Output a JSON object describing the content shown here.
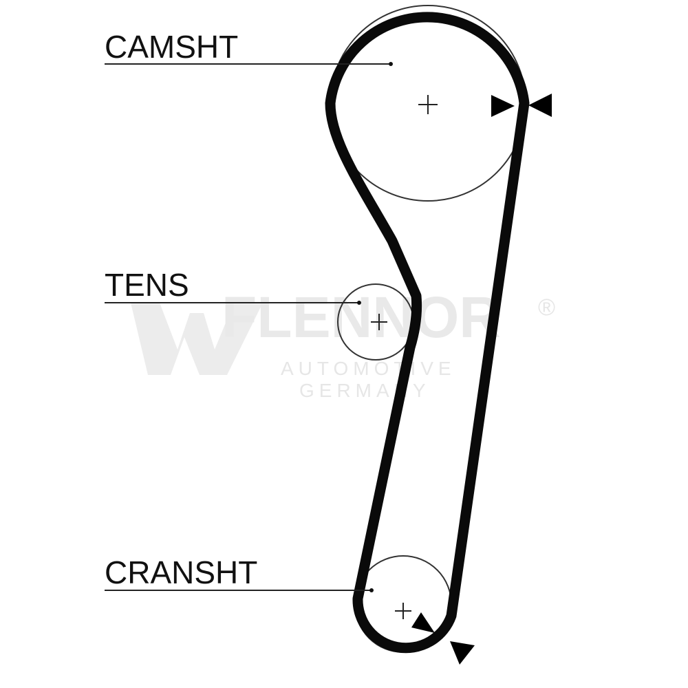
{
  "labels": {
    "camshaft": "CAMSHT",
    "tensioner": "TENS",
    "crankshaft": "CRANSHT"
  },
  "watermark": {
    "brand": "FLENNOR",
    "registered": "®",
    "line1": "AUTOMOTIVE",
    "line2": "GERMANY"
  },
  "colors": {
    "belt": "#0a0a0a",
    "pulley_outline": "#333333",
    "watermark": "#e9e9e9",
    "background": "#ffffff"
  },
  "icons": [
    "center-mark-icon",
    "timing-mark-triangle-icon",
    "watermark-logo-icon"
  ]
}
